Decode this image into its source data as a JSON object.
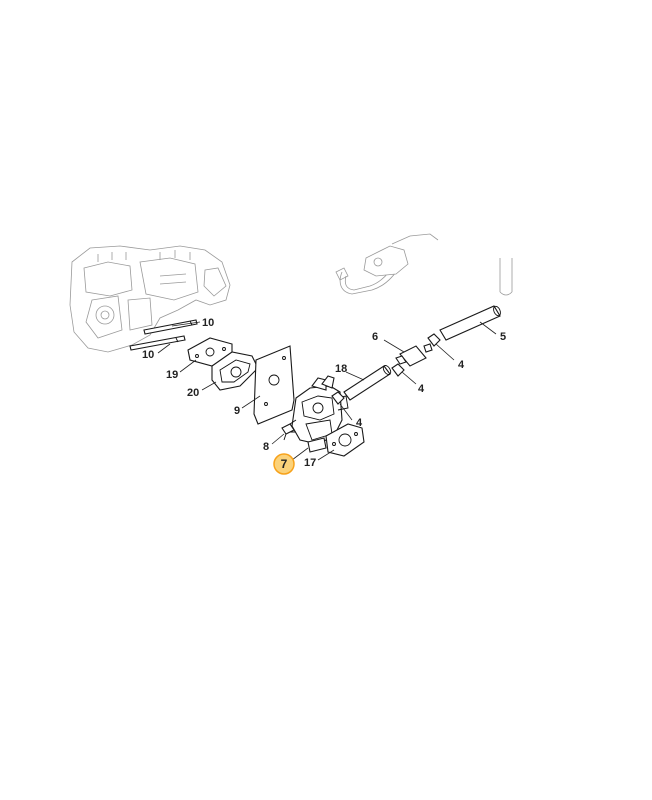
{
  "diagram": {
    "highlight": {
      "label": "7",
      "color": "#f7a21b",
      "fill": "#fbd27a"
    },
    "callouts": [
      {
        "id": "c10a",
        "label": "10"
      },
      {
        "id": "c10b",
        "label": "10"
      },
      {
        "id": "c19",
        "label": "19"
      },
      {
        "id": "c20",
        "label": "20"
      },
      {
        "id": "c9",
        "label": "9"
      },
      {
        "id": "c8",
        "label": "8"
      },
      {
        "id": "c17",
        "label": "17"
      },
      {
        "id": "c18",
        "label": "18"
      },
      {
        "id": "c4a",
        "label": "4"
      },
      {
        "id": "c4b",
        "label": "4"
      },
      {
        "id": "c4c",
        "label": "4"
      },
      {
        "id": "c6",
        "label": "6"
      },
      {
        "id": "c5",
        "label": "5"
      }
    ]
  }
}
